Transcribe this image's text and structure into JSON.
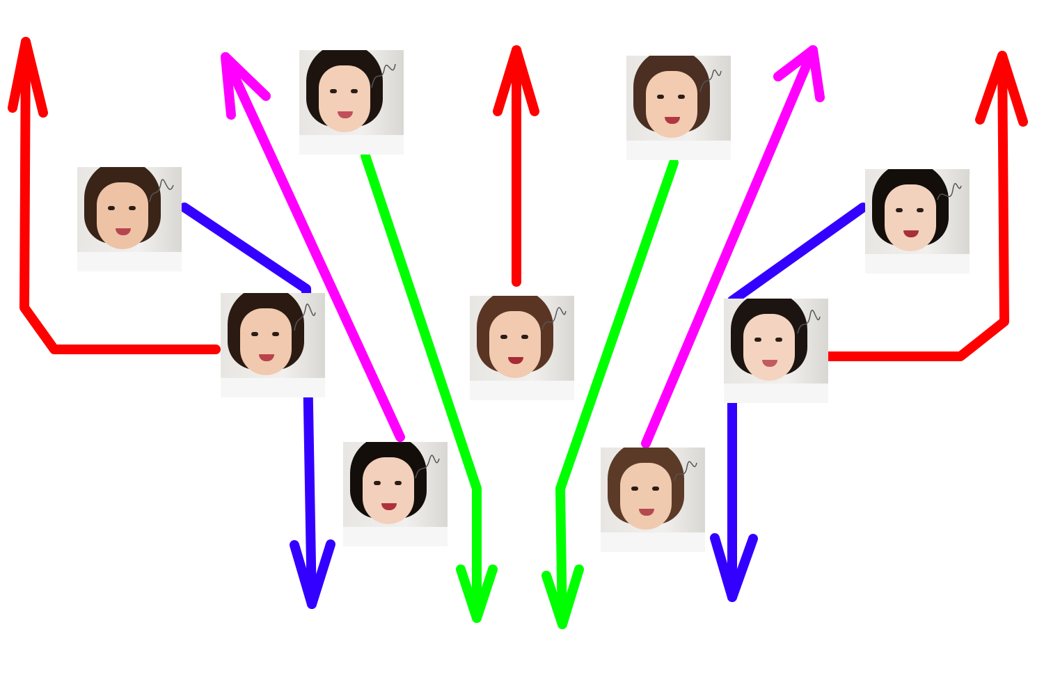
{
  "colors": {
    "red": "#ff0000",
    "magenta": "#ff00ff",
    "blue": "#3300ff",
    "green": "#00ff00",
    "background": "#ffffff"
  },
  "photos": [
    {
      "id": "photo-top-left",
      "hair": "#1e140f",
      "skin": "#f3cfb8",
      "mouth": "#c0505a"
    },
    {
      "id": "photo-top-right",
      "hair": "#4a2f22",
      "skin": "#f2cbb0",
      "mouth": "#b23640"
    },
    {
      "id": "photo-left-upper",
      "hair": "#3a2418",
      "skin": "#eec3a5",
      "mouth": "#b74550"
    },
    {
      "id": "photo-right-upper",
      "hair": "#140e0b",
      "skin": "#f3d2bd",
      "mouth": "#a8303a"
    },
    {
      "id": "photo-left-mid",
      "hair": "#2a1a12",
      "skin": "#f0c9ae",
      "mouth": "#b9424c"
    },
    {
      "id": "photo-center",
      "hair": "#5a3524",
      "skin": "#f2cab0",
      "mouth": "#a62b36"
    },
    {
      "id": "photo-right-mid",
      "hair": "#1c1410",
      "skin": "#f4d4c0",
      "mouth": "#c25a62"
    },
    {
      "id": "photo-bottom-left",
      "hair": "#140e0b",
      "skin": "#f3d0bc",
      "mouth": "#b0303c"
    },
    {
      "id": "photo-bottom-right",
      "hair": "#5b3a28",
      "skin": "#f0caae",
      "mouth": "#b24a50"
    }
  ]
}
